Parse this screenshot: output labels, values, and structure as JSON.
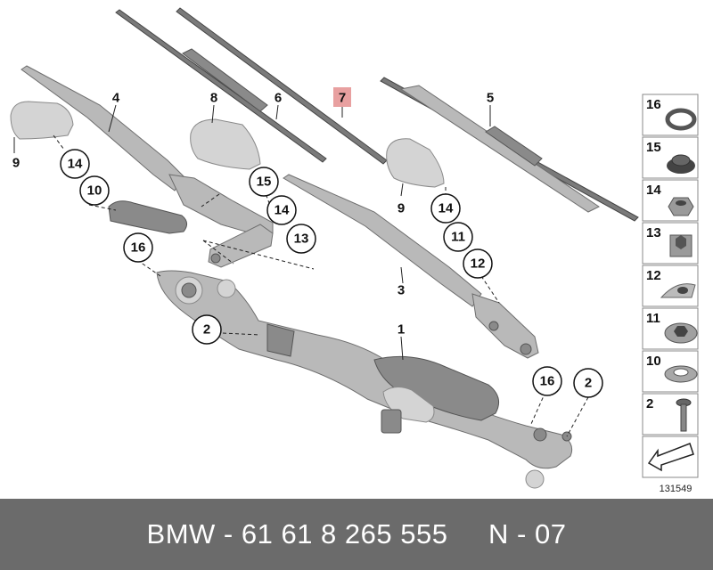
{
  "callouts": {
    "c1": "1",
    "c2a": "2",
    "c2b": "2",
    "c3": "3",
    "c4": "4",
    "c5": "5",
    "c6": "6",
    "c7": "7",
    "c8": "8",
    "c9a": "9",
    "c9b": "9",
    "c10": "10",
    "c11": "11",
    "c12": "12",
    "c13": "13",
    "c14a": "14",
    "c14b": "14",
    "c14c": "14",
    "c15": "15",
    "c16a": "16",
    "c16b": "16"
  },
  "highlight_color": "#e8a0a0",
  "legend": {
    "items": [
      "16",
      "15",
      "14",
      "13",
      "12",
      "11",
      "10",
      "2"
    ]
  },
  "drawing_number": "131549",
  "footer": {
    "text": "BMW - 61 61 8 265 555     N - 07",
    "background": "#6b6b6b"
  }
}
